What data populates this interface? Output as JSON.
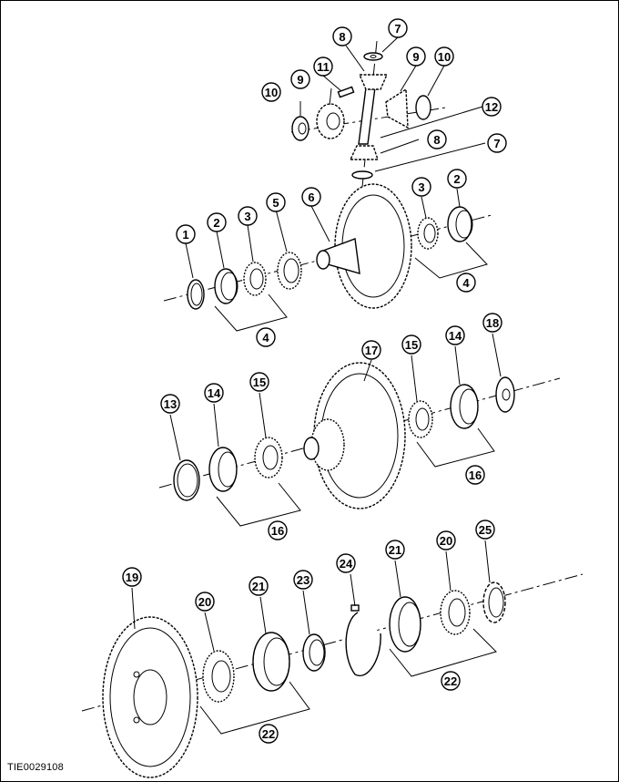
{
  "figure_id": "TIE0029108",
  "callouts": {
    "c1": "1",
    "c2a": "2",
    "c2b": "2",
    "c3a": "3",
    "c3b": "3",
    "c4a": "4",
    "c4b": "4",
    "c5": "5",
    "c6": "6",
    "c7a": "7",
    "c7b": "7",
    "c8a": "8",
    "c8b": "8",
    "c9a": "9",
    "c9b": "9",
    "c10a": "10",
    "c10b": "10",
    "c11": "11",
    "c12": "12",
    "c13": "13",
    "c14a": "14",
    "c14b": "14",
    "c15a": "15",
    "c15b": "15",
    "c16a": "16",
    "c16b": "16",
    "c17": "17",
    "c18": "18",
    "c19": "19",
    "c20a": "20",
    "c20b": "20",
    "c21a": "21",
    "c21b": "21",
    "c22a": "22",
    "c22b": "22",
    "c23": "23",
    "c24": "24",
    "c25": "25"
  }
}
